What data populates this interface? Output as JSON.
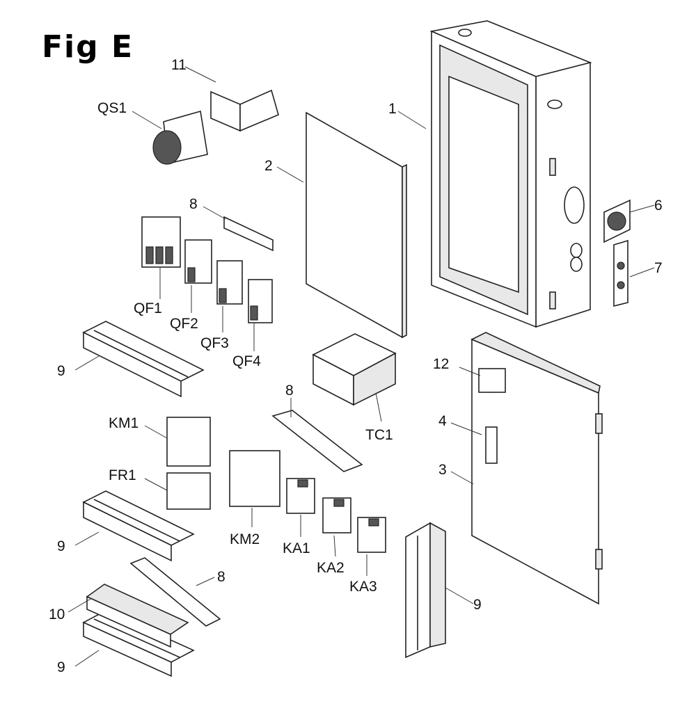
{
  "figure": {
    "title": "Fig E"
  },
  "labels": {
    "l1": "1",
    "l2": "2",
    "l3": "3",
    "l4": "4",
    "l6": "6",
    "l7": "7",
    "l8a": "8",
    "l8b": "8",
    "l8c": "8",
    "l9a": "9",
    "l9b": "9",
    "l9c": "9",
    "l9d": "9",
    "l10": "10",
    "l11": "11",
    "l12": "12",
    "qs1": "QS1",
    "qf1": "QF1",
    "qf2": "QF2",
    "qf3": "QF3",
    "qf4": "QF4",
    "tc1": "TC1",
    "km1": "KM1",
    "fr1": "FR1",
    "km2": "KM2",
    "ka1": "KA1",
    "ka2": "KA2",
    "ka3": "KA3"
  }
}
